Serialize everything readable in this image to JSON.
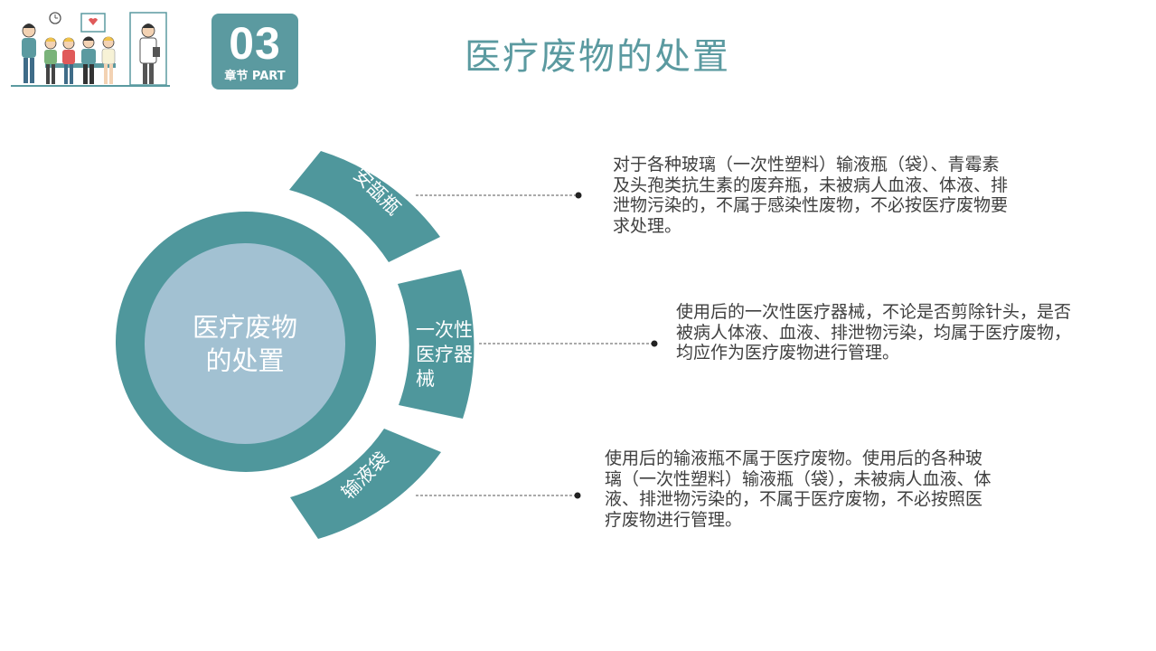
{
  "header": {
    "section_number": "03",
    "section_label": "章节 PART",
    "title": "医疗废物的处置"
  },
  "diagram": {
    "center_label": "医疗废物的处置",
    "segments": [
      {
        "label": "安瓿瓶"
      },
      {
        "label": "一次性医疗器械"
      },
      {
        "label": "输液袋"
      }
    ]
  },
  "descriptions": [
    "对于各种玻璃（一次性塑料）输液瓶（袋）、青霉素及头孢类抗生素的废弃瓶，未被病人血液、体液、排泄物污染的，不属于感染性废物，不必按医疗废物要求处理。",
    "使用后的一次性医疗器械，不论是否剪除针头，是否被病人体液、血液、排泄物污染，均属于医疗废物，均应作为医疗废物进行管理。",
    "使用后的输液瓶不属于医疗废物。使用后的各种玻璃（一次性塑料）输液瓶（袋），未被病人血液、体液、排泄物污染的，不属于医疗废物，不必按照医疗废物进行管理。"
  ],
  "colors": {
    "teal": "#4f979c",
    "title_teal": "#5b9aa0",
    "inner_circle": "#a2c1d2",
    "text_dark": "#3f3f3f"
  }
}
